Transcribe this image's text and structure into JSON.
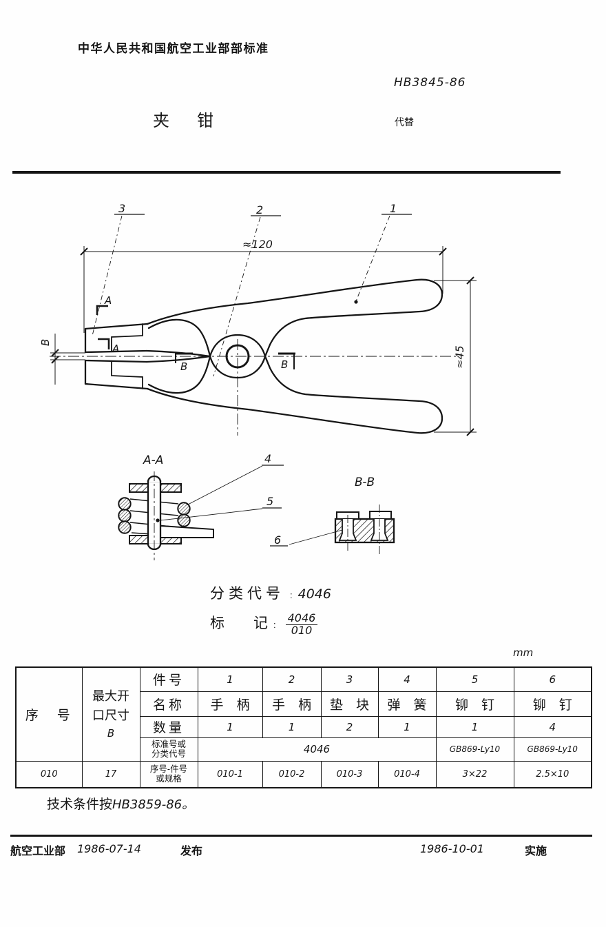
{
  "ink_color": "#161616",
  "header": {
    "org_title": "中华人民共和国航空工业部部标准",
    "standard_number": "HB3845-86",
    "title": "夹　钳",
    "replaces_label": "代替"
  },
  "drawing": {
    "callout_1": "1",
    "callout_2": "2",
    "callout_3": "3",
    "callout_4": "4",
    "callout_5": "5",
    "callout_6": "6",
    "dim_length": "≈120",
    "dim_height": "≈45",
    "opening_dim_label": "B",
    "section_a": "A",
    "section_b": "B",
    "section_aa_title": "A-A",
    "section_bb_title": "B-B"
  },
  "classification": {
    "label_code": "分类代号",
    "sep": ":",
    "code": "4046",
    "label_marking": "标　　记",
    "marking_numerator": "4046",
    "marking_denominator": "010"
  },
  "table": {
    "unit": "mm",
    "serial_header": "序　号",
    "opening_header": [
      "最大开",
      "口尺寸",
      "B"
    ],
    "row_headers": {
      "part_no": "件号",
      "name": "名称",
      "qty": "数量",
      "standard": [
        "标准号或",
        "分类代号"
      ],
      "spec": [
        "序号-件号",
        "或规格"
      ]
    },
    "part_nos": [
      "1",
      "2",
      "3",
      "4",
      "5",
      "6"
    ],
    "names": [
      "手　柄",
      "手　柄",
      "垫　块",
      "弹　簧",
      "铆　钉",
      "铆　钉"
    ],
    "qtys": [
      "1",
      "1",
      "2",
      "1",
      "1",
      "4"
    ],
    "standard_shared": "4046",
    "standard_part5": "GB869-Ly10",
    "standard_part6": "GB869-Ly10",
    "specs": [
      "010-1",
      "010-2",
      "010-3",
      "010-4",
      "3×22",
      "2.5×10"
    ],
    "serial_value": "010",
    "opening_value": "17"
  },
  "note": {
    "prefix": "技术条件按",
    "code": "HB3859-86。"
  },
  "footer": {
    "org": "航空工业部",
    "issue_date": "1986-07-14",
    "issue_label": "发布",
    "impl_date": "1986-10-01",
    "impl_label": "实施"
  }
}
